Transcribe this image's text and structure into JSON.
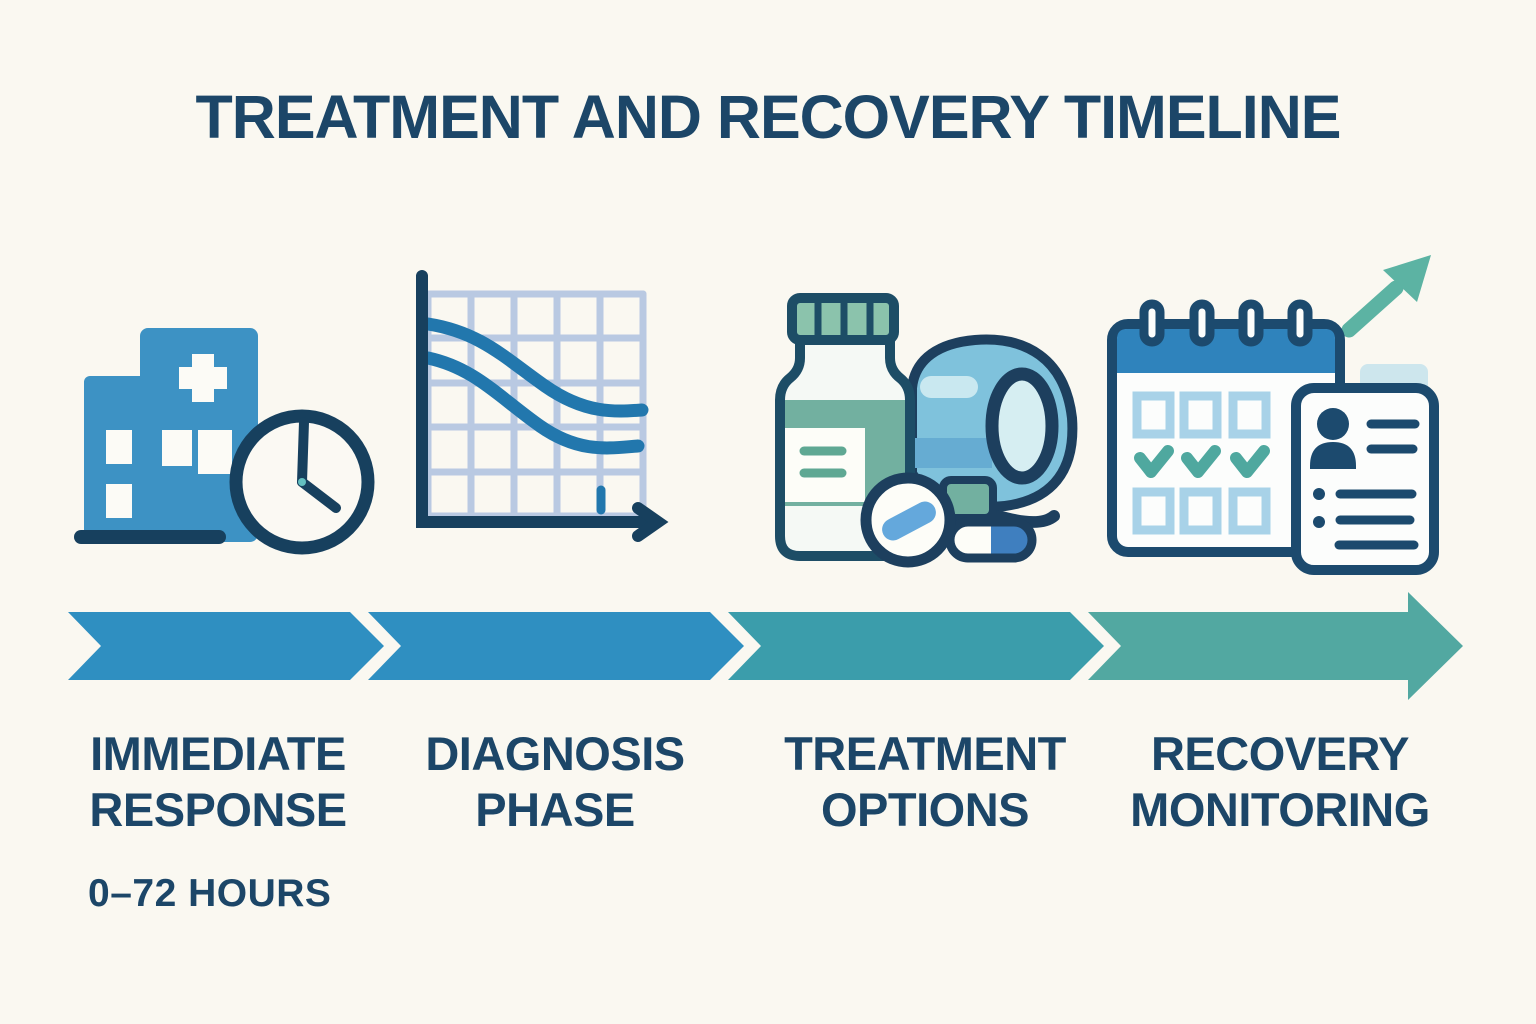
{
  "title": "TREATMENT AND RECOVERY TIMELINE",
  "palette": {
    "background": "#FAF8F1",
    "text_navy": "#1C4668",
    "outline_navy": "#17405E",
    "primary_blue": "#2F8FC1",
    "teal": "#3B9DAB",
    "seafoam": "#52A8A1",
    "icon_building_blue": "#3D92C4",
    "icon_green": "#72B0A0",
    "light_grid_blue": "#B9C9E2",
    "light_square_blue": "#A8D2E8",
    "growth_arrow_teal": "#5CB3A3"
  },
  "timeline": {
    "segments": [
      {
        "color": "#2F8FC1"
      },
      {
        "color": "#2F8FC1"
      },
      {
        "color": "#3B9DAB"
      },
      {
        "color": "#52A8A1"
      }
    ]
  },
  "stages": [
    {
      "label": "IMMEDIATE RESPONSE",
      "sublabel": "0–72 HOURS",
      "icon": "hospital-clock-icon"
    },
    {
      "label": "DIAGNOSIS PHASE",
      "icon": "declining-line-chart-icon"
    },
    {
      "label": "TREATMENT OPTIONS",
      "icon": "medication-blood-pressure-icon"
    },
    {
      "label": "RECOVERY MONITORING",
      "icon": "calendar-report-growth-icon"
    }
  ]
}
